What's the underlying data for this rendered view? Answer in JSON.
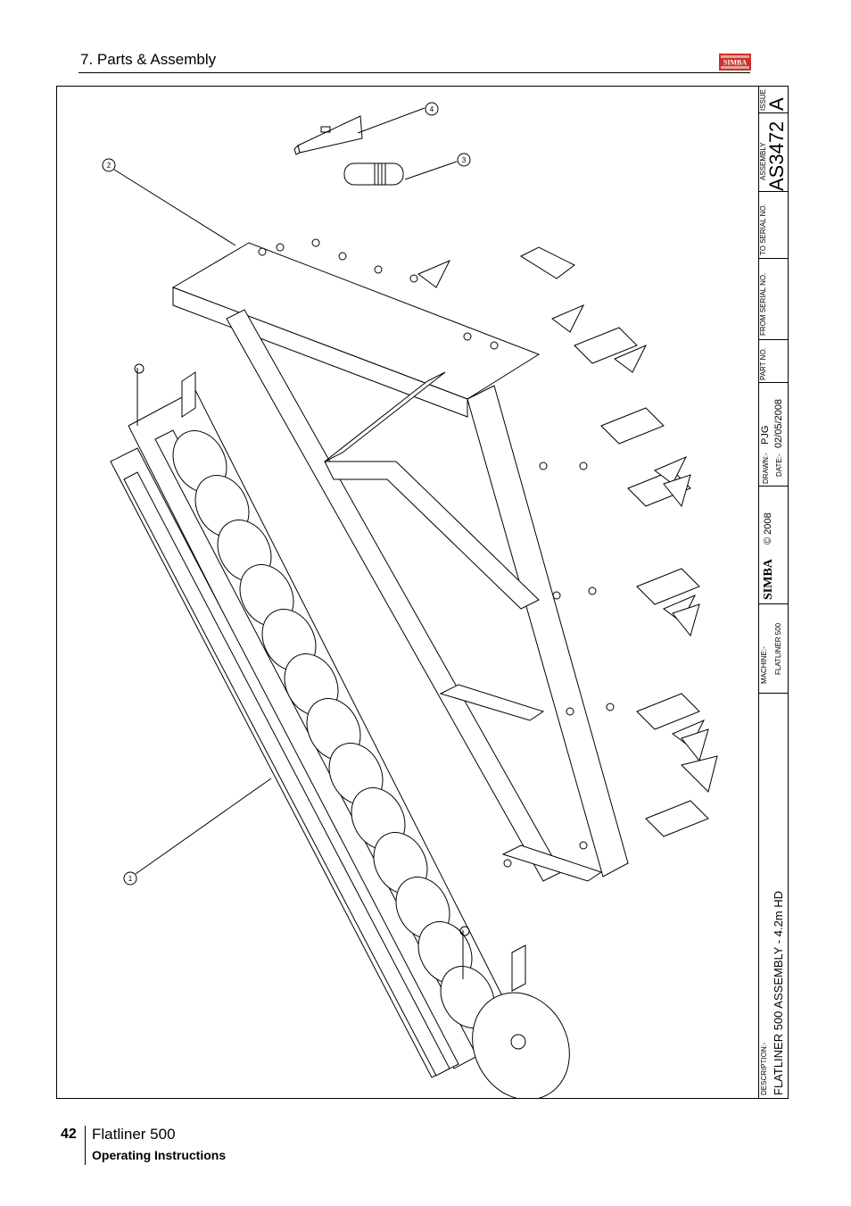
{
  "header": {
    "section_title": "7. Parts & Assembly"
  },
  "brand": {
    "logo_text": "SIMBA",
    "color": "#c8322a"
  },
  "callouts": [
    "1",
    "2",
    "3",
    "4"
  ],
  "title_block": {
    "issue_label": "ISSUE",
    "issue_value": "A",
    "assembly_label": "ASSEMBLY",
    "assembly_value": "AS3472",
    "to_serial_label": "TO SERIAL NO.",
    "from_serial_label": "FROM SERIAL NO.",
    "part_no_label": "PART NO.",
    "drawn_label": "DRAWN:-",
    "drawn_value": "PJG",
    "date_label": "DATE:-",
    "date_value": "02/05/2008",
    "copyright": "© 2008",
    "logo_text": "SIMBA",
    "machine_label": "MACHINE:-",
    "machine_value": "FLATLINER 500",
    "description_label": "DESCRIPTION:-",
    "description_value": "FLATLINER 500 ASSEMBLY - 4.2m HD"
  },
  "footer": {
    "page_number": "42",
    "product": "Flatliner 500",
    "subtitle": "Operating Instructions"
  }
}
